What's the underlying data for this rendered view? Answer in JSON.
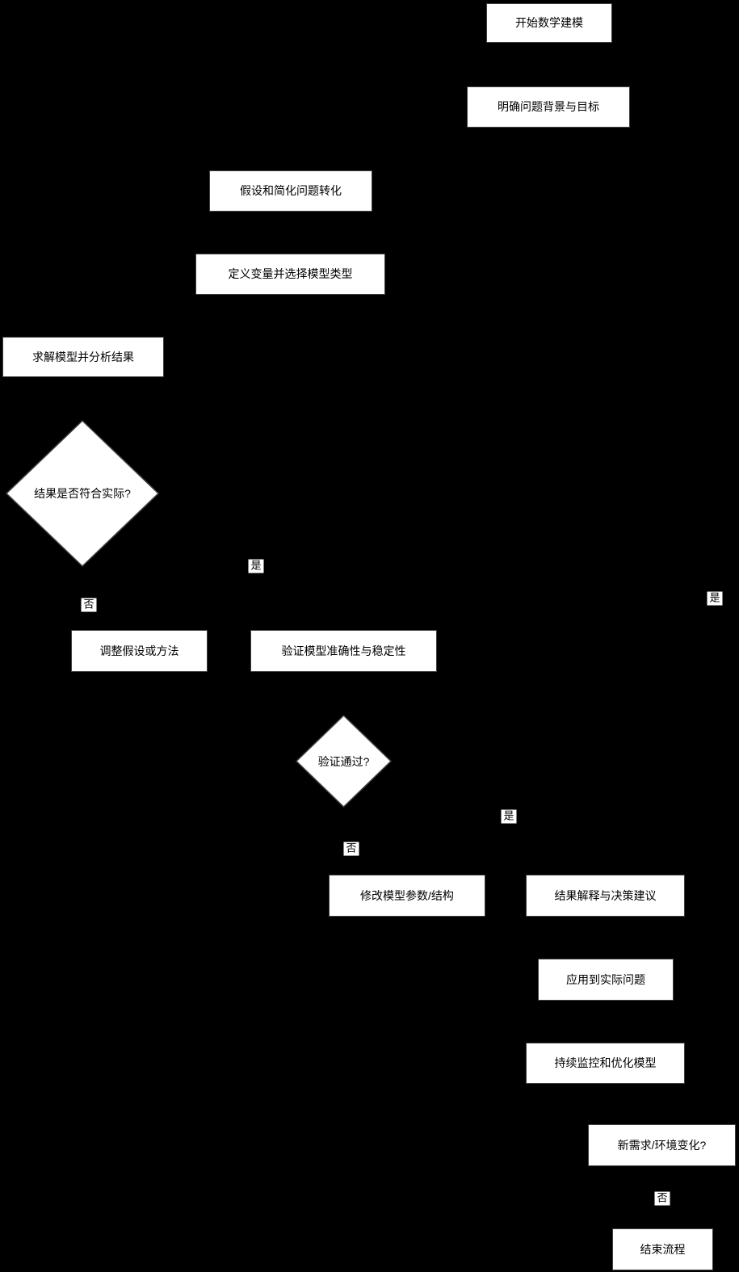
{
  "colors": {
    "background": "#000000",
    "node_fill": "#ffffff",
    "node_border": "#404040",
    "node_text": "#000000",
    "label_bg": "#ffffff",
    "label_text": "#000000"
  },
  "diagram": {
    "type": "flowchart",
    "nodes": [
      {
        "id": "start",
        "type": "process",
        "label": "开始数学建模"
      },
      {
        "id": "clarify-problem",
        "type": "process",
        "label": "明确问题背景与目标"
      },
      {
        "id": "assumptions",
        "type": "process",
        "label": "假设和简化问题转化"
      },
      {
        "id": "define-variables",
        "type": "process",
        "label": "定义变量并选择模型类型"
      },
      {
        "id": "solve-model",
        "type": "process",
        "label": "求解模型并分析结果"
      },
      {
        "id": "results-realistic",
        "type": "decision",
        "label": "结果是否符合实际?"
      },
      {
        "id": "adjust-assumptions",
        "type": "process",
        "label": "调整假设或方法"
      },
      {
        "id": "validate-model",
        "type": "process",
        "label": "验证模型准确性与稳定性"
      },
      {
        "id": "validation-passed",
        "type": "decision",
        "label": "验证通过?"
      },
      {
        "id": "modify-model",
        "type": "process",
        "label": "修改模型参数/结构"
      },
      {
        "id": "interpret-results",
        "type": "process",
        "label": "结果解释与决策建议"
      },
      {
        "id": "apply-to-problem",
        "type": "process",
        "label": "应用到实际问题"
      },
      {
        "id": "monitor-optimize",
        "type": "process",
        "label": "持续监控和优化模型"
      },
      {
        "id": "new-demand",
        "type": "decision",
        "label": "新需求/环境变化?"
      },
      {
        "id": "end",
        "type": "process",
        "label": "结束流程"
      }
    ],
    "edge_labels": [
      {
        "id": "results-yes",
        "text": "是"
      },
      {
        "id": "results-no",
        "text": "否"
      },
      {
        "id": "loop-right-yes",
        "text": "是"
      },
      {
        "id": "validation-yes",
        "text": "是"
      },
      {
        "id": "validation-no",
        "text": "否"
      },
      {
        "id": "new-demand-no",
        "text": "否"
      }
    ]
  }
}
